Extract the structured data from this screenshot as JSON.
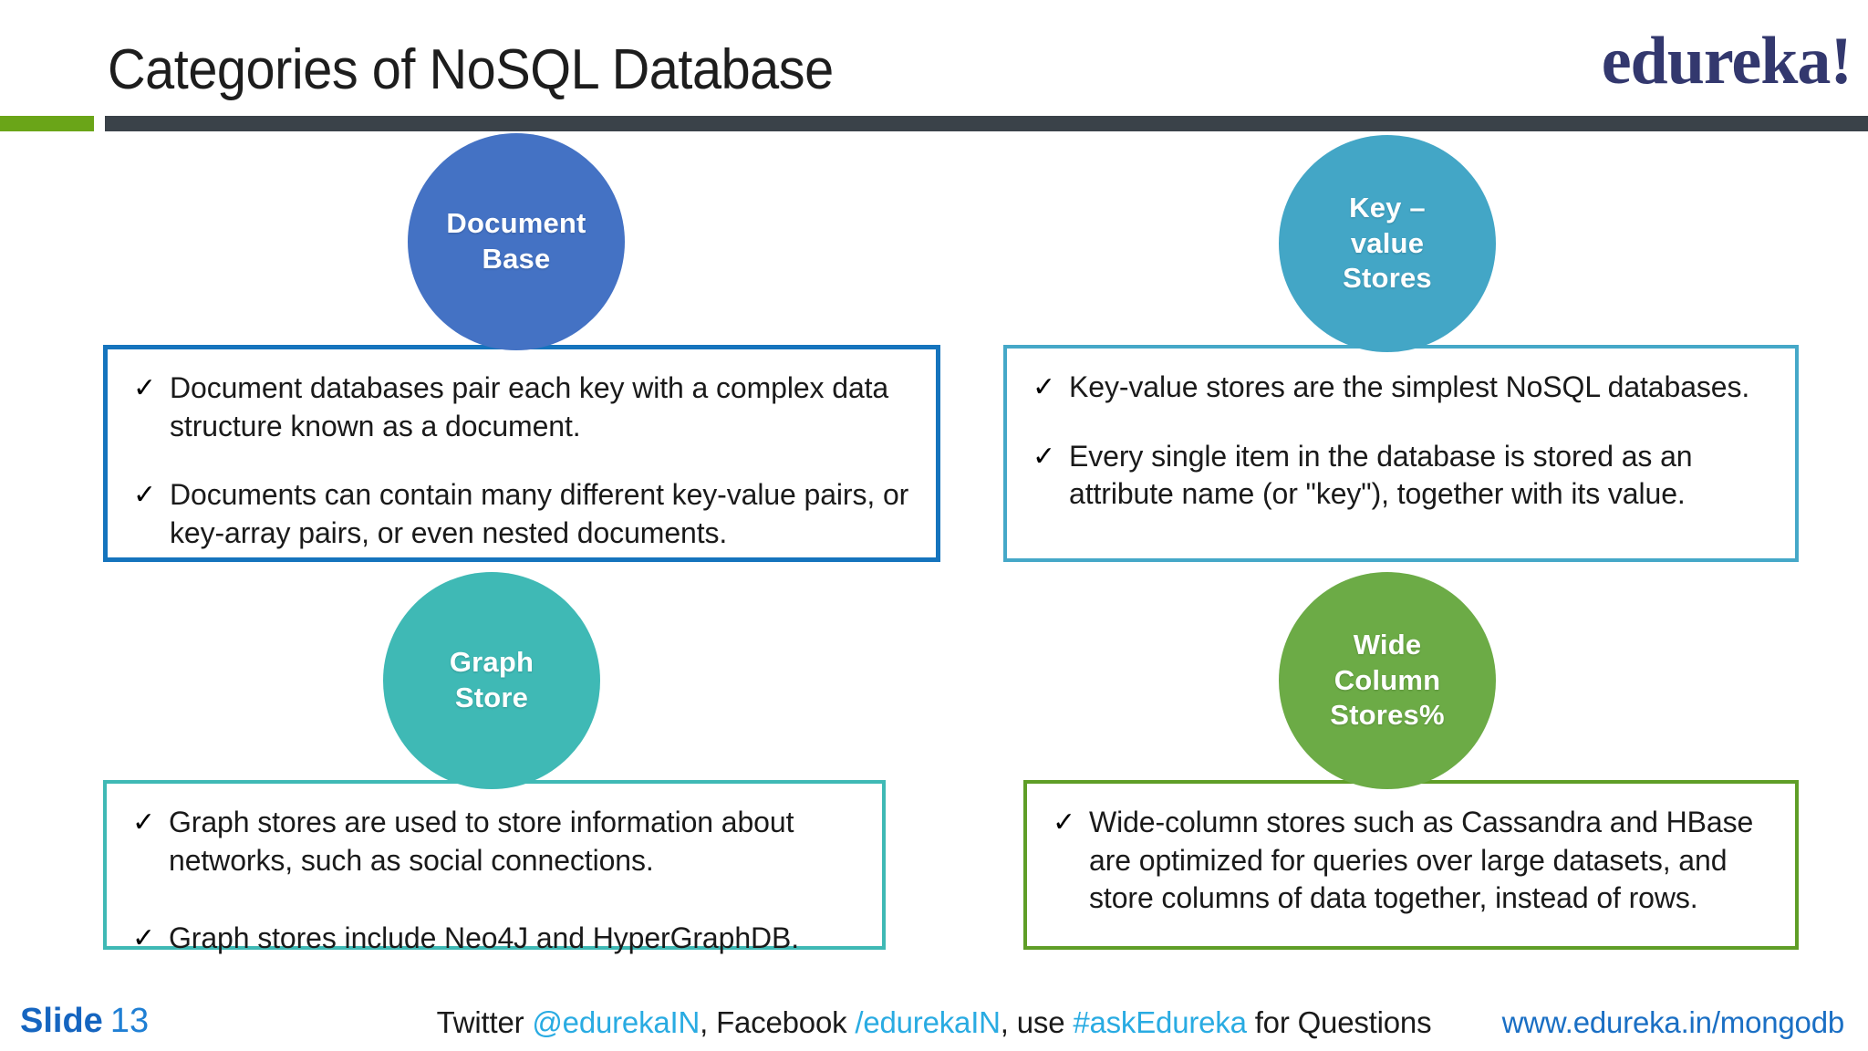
{
  "header": {
    "title": "Categories of NoSQL Database",
    "logo": "edureka!",
    "accent_green": "#6aa518",
    "accent_dark": "#3a4249"
  },
  "quadrants": [
    {
      "id": "document-base",
      "bubble_label": "Document\nBase",
      "color": "#4472c4",
      "border_color": "#1574bd",
      "bullets": [
        "Document databases pair each key with a complex data structure known as a document.",
        "Documents can contain many different key-value pairs, or key-array pairs, or even nested documents."
      ]
    },
    {
      "id": "key-value-stores",
      "bubble_label": "Key –\nvalue\nStores",
      "color": "#43a6c6",
      "border_color": "#45a8c8",
      "bullets": [
        "Key-value stores are the simplest NoSQL databases.",
        "Every single item in the database is stored as an attribute name (or \"key\"), together with its value."
      ]
    },
    {
      "id": "graph-store",
      "bubble_label": "Graph\nStore",
      "color": "#3fb9b5",
      "border_color": "#3fb9b5",
      "bullets": [
        "Graph stores are used to store information about networks, such as social connections.",
        "Graph stores include Neo4J and HyperGraphDB."
      ]
    },
    {
      "id": "wide-column-stores",
      "bubble_label": "Wide\nColumn\nStores%",
      "color": "#6cab46",
      "border_color": "#5f9e27",
      "bullets": [
        "Wide-column stores such as Cassandra and HBase are optimized for queries over large datasets, and store columns of data together, instead of rows.",
        ""
      ]
    }
  ],
  "bullet_icon": "✓",
  "footer": {
    "slide_label": "Slide",
    "slide_number": "13",
    "credits_prefix": "Twitter ",
    "twitter_handle": "@edurekaIN",
    "credits_mid": ", Facebook ",
    "facebook_handle": "/edurekaIN",
    "credits_mid2": ", use ",
    "hashtag": "#askEdureka",
    "credits_suffix": " for Questions",
    "url": "www.edureka.in/mongodb",
    "link_color": "#29abe2",
    "url_color": "#1a6fc4"
  }
}
